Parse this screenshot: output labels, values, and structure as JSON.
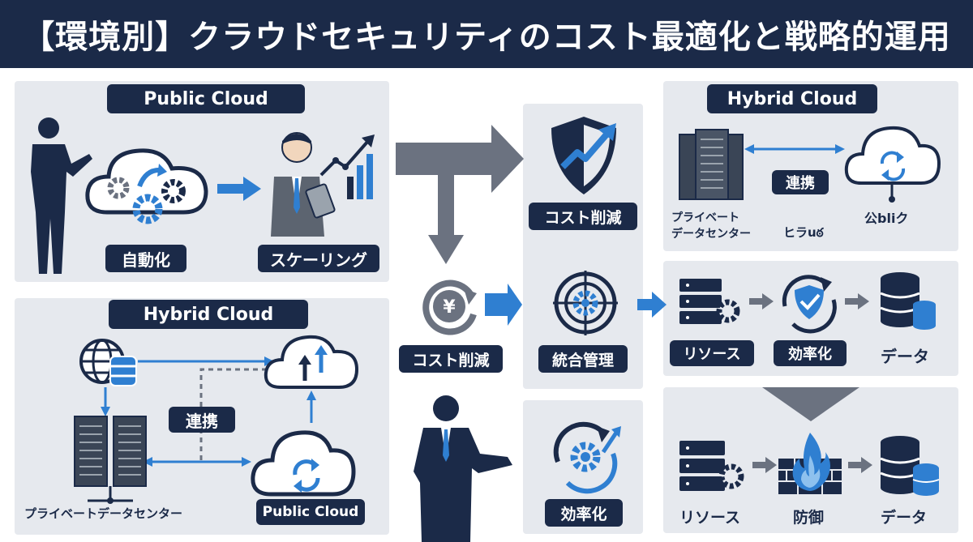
{
  "title": "【環境別】クラウドセキュリティのコスト最適化と戦略的運用",
  "colors": {
    "navy": "#1b2a48",
    "blue": "#2f7fd1",
    "gray": "#6b7280",
    "panel": "#e6e9ee"
  },
  "public_cloud": {
    "heading": "Public Cloud",
    "auto_label": "自動化",
    "scaling_label": "スケーリング"
  },
  "hybrid_left": {
    "heading": "Hybrid Cloud",
    "link_label": "連携",
    "private_label": "プライベートデータセンター",
    "public_label": "Public Cloud"
  },
  "center": {
    "cost_reduction_label": "コスト削減",
    "yen_cost_label": "コスト削減",
    "integrated_label": "統合管理",
    "efficiency_label": "効率化"
  },
  "hybrid_right": {
    "heading": "Hybrid Cloud",
    "link_label": "連携",
    "private_label_line1": "プライベート",
    "private_label_line2": "データセンター",
    "hybrid_label": "ヒラuఠ",
    "public_label": "公bliク"
  },
  "flow_top": {
    "resource_label": "リソース",
    "efficiency_label": "効率化",
    "data_label": "データ"
  },
  "flow_bottom": {
    "resource_label": "リソース",
    "defense_label": "防御",
    "data_label": "データ"
  }
}
